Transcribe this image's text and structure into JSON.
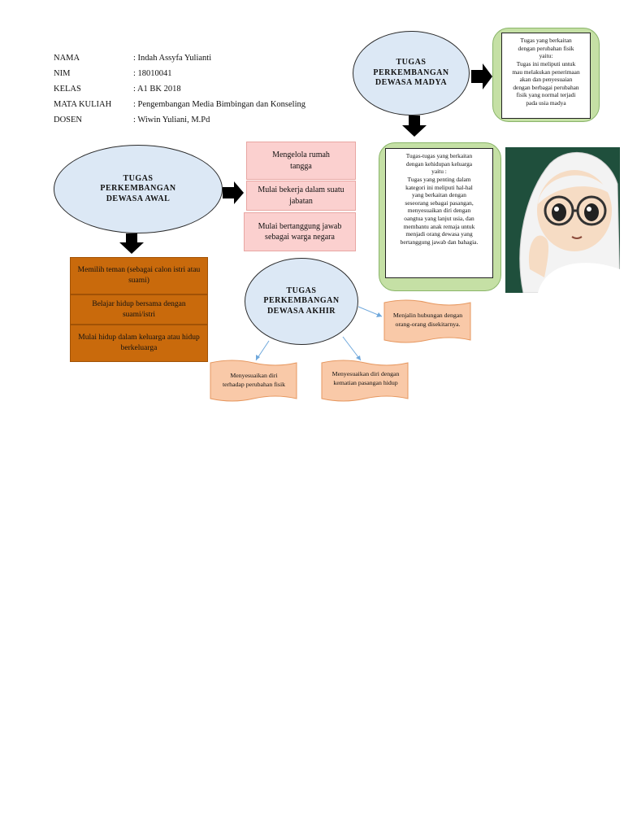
{
  "identity": {
    "rows": [
      {
        "label": "NAMA",
        "value": ": Indah Assyfa Yulianti"
      },
      {
        "label": "NIM",
        "value": ": 18010041"
      },
      {
        "label": "KELAS",
        "value": ": A1 BK 2018"
      },
      {
        "label": "MATA KULIAH",
        "value": ": Pengembangan Media Bimbingan dan Konseling"
      },
      {
        "label": "DOSEN",
        "value": ": Wiwin Yuliani, M.Pd"
      }
    ]
  },
  "awal": {
    "title": "TUGAS\nPERKEMBANGAN\nDEWASA AWAL",
    "pink_items": [
      "Mengelola rumah tangga",
      "Mulai bekerja dalam suatu jabatan",
      "Mulai bertanggung jawab sebagai warga negara"
    ],
    "orange_items": [
      "Memilih teman (sebagai calon istri atau suami)",
      "Belajar hidup bersama dengan suami/istri",
      "Mulai hidup dalam keluarga atau hidup berkeluarga"
    ]
  },
  "madya": {
    "title": "TUGAS\nPERKEMBANGAN\nDEWASA MADYA",
    "physical_text": "Tugas yang berkaitan\ndengan perubahan fisik\nyaitu:\nTugas ini meliputi untuk\nmau melakukan penerimaan\nakan dan penyesuaian\ndengan berbagai perubahan\nfisik yang normal terjadi\npada usia madya",
    "family_text": "Tugas-tugas yang berkaitan\ndengan kehidupan keluarga\nyaitu :\nTugas yang penting dalam\nkategori ini meliputi hal-hal\nyang berkaitan dengan\nseseorang sebagai pasangan,\nmenyesuaikan diri dengan\noangtua yang lanjut usia, dan\nmembantu anak remaja untuk\nmenjadi orang dewasa yang\nbertanggung jawab dan bahagia."
  },
  "akhir": {
    "title": "TUGAS\nPERKEMBANGAN\nDEWASA AKHIR",
    "banners": [
      "Menjalin hubungan dengan\norang-orang disekitarnya.",
      "Menyesuaikan diri\nterhadap perubahan fisik",
      "Menyesuaikan diri dengan\nkematian pasangan hidup"
    ]
  },
  "colors": {
    "ellipse": "#dce8f5",
    "pink": "#fbd0cf",
    "orange": "#c96a0c",
    "green": "#c5e0a5",
    "banner": "#f9c9a8"
  }
}
